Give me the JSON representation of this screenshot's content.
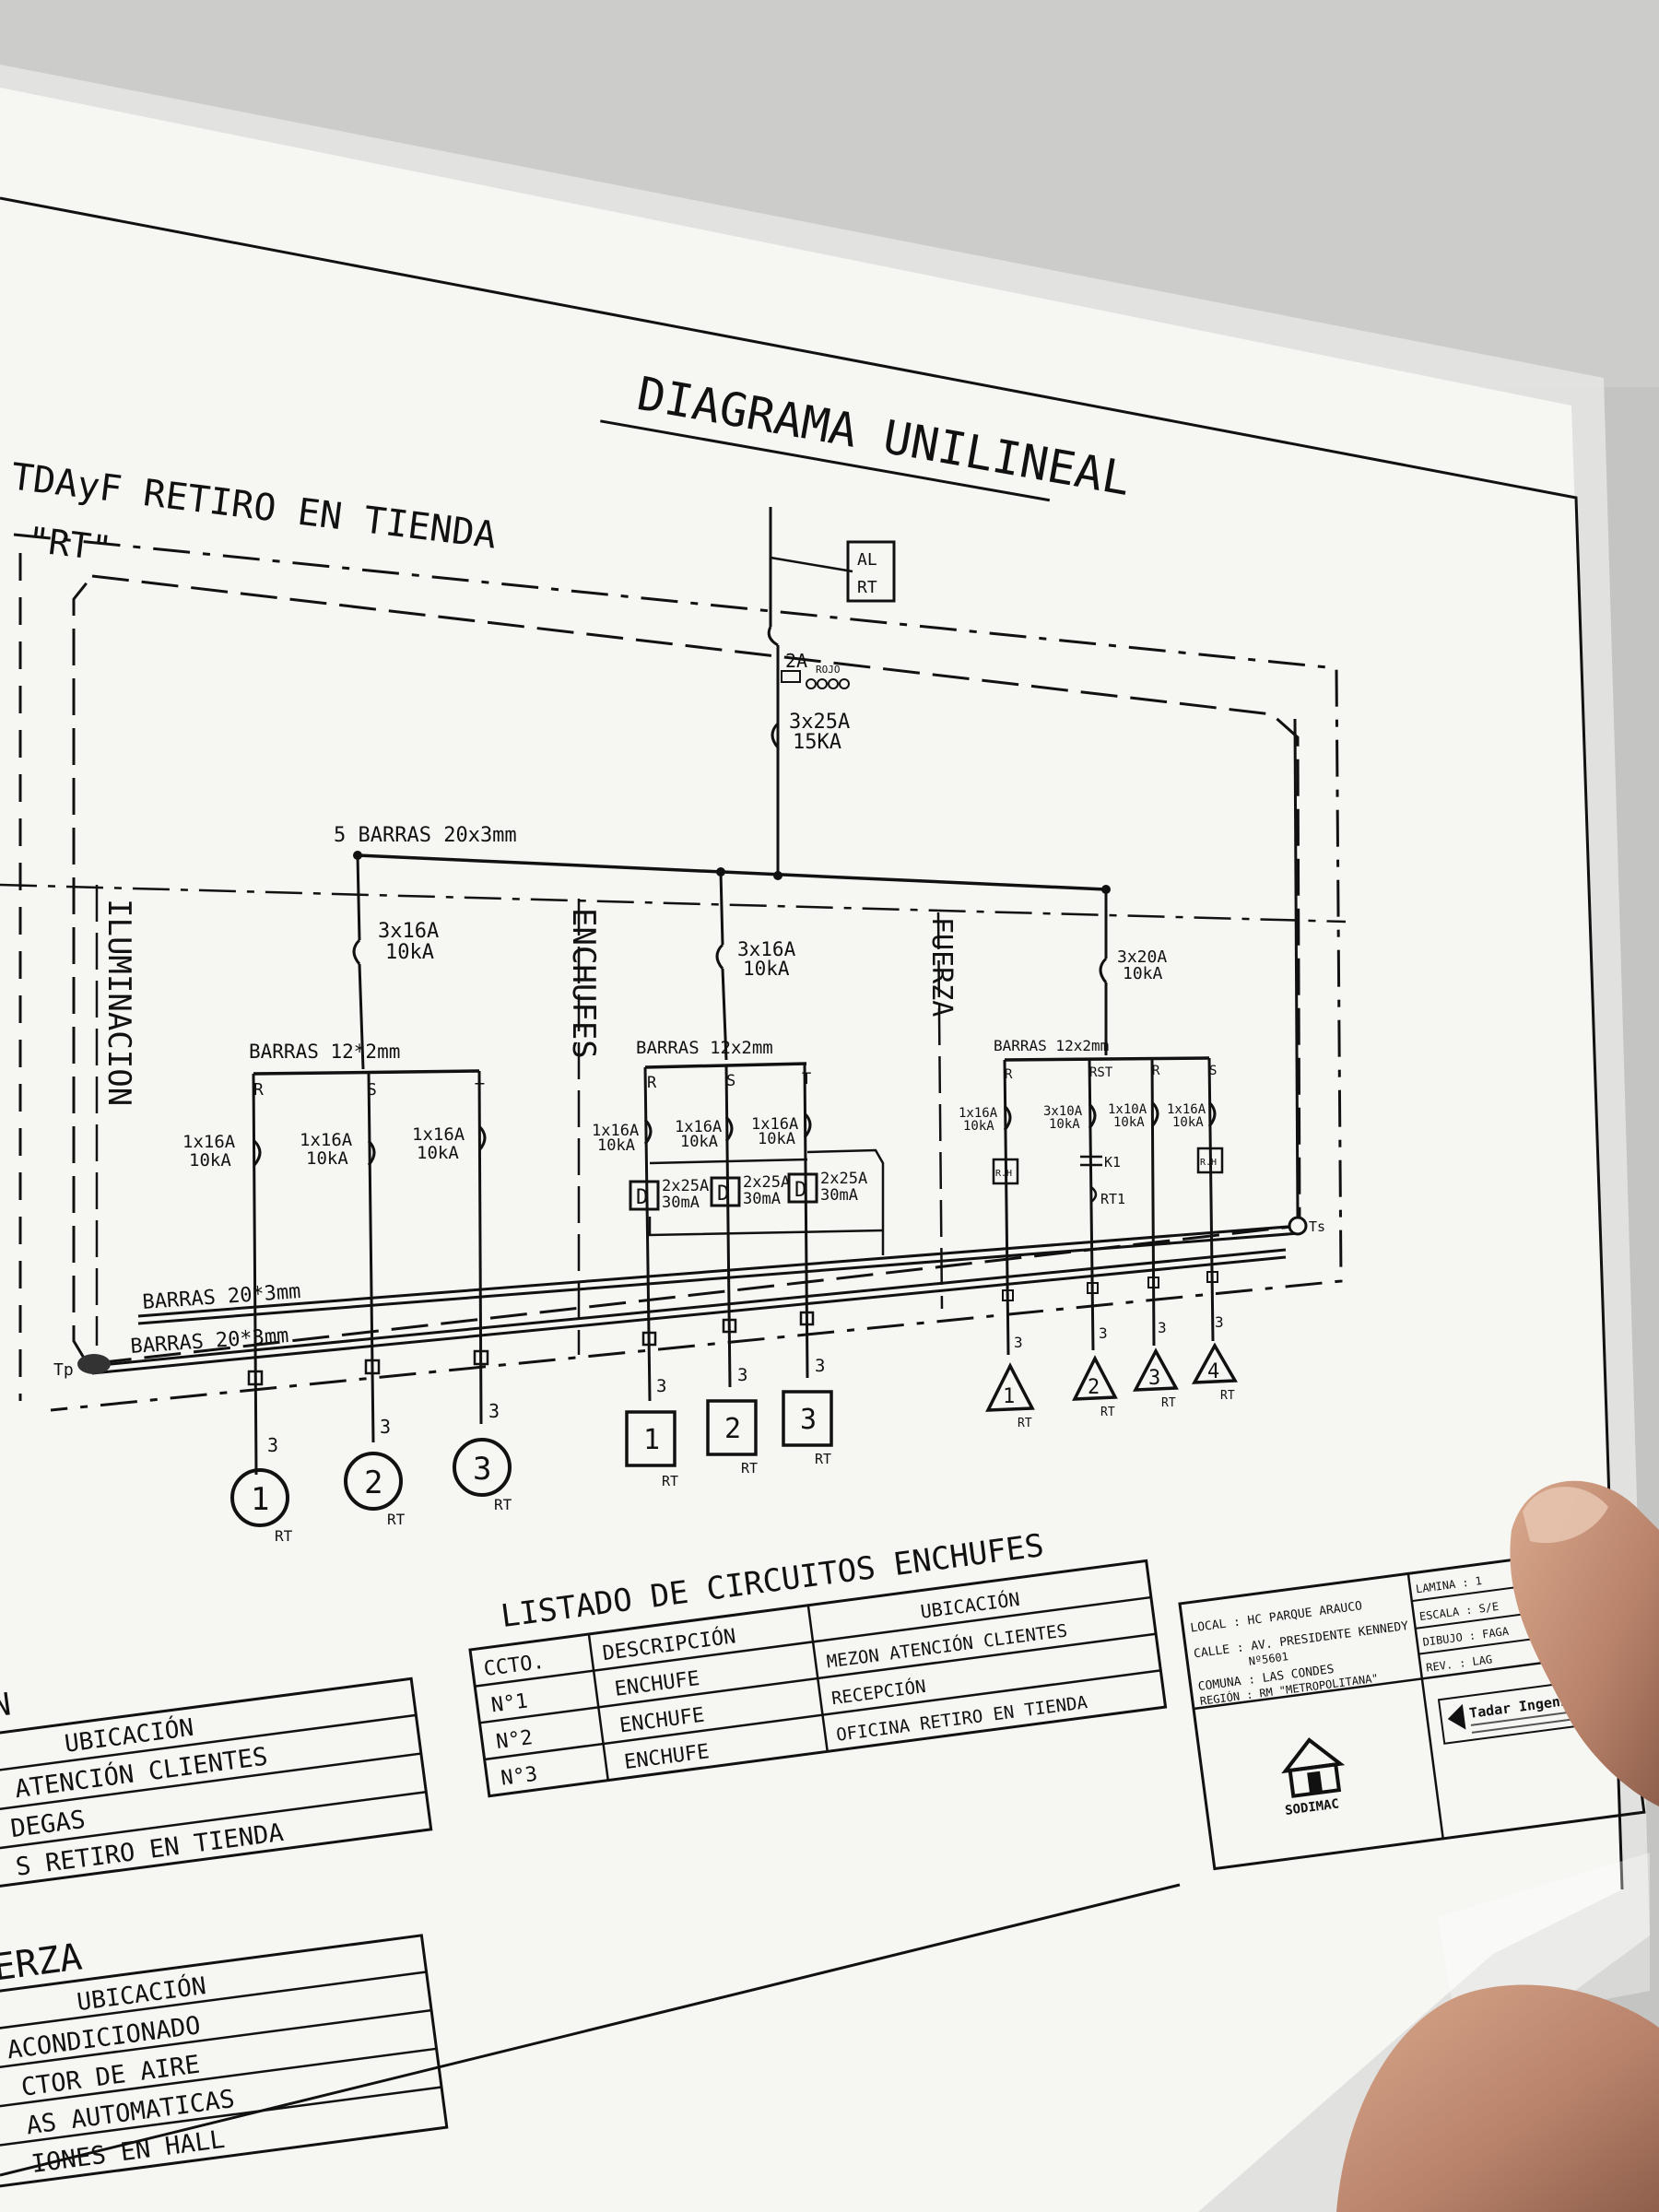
{
  "title": "DIAGRAMA UNILINEAL",
  "board": {
    "name": "TDAyF RETIRO EN TIENDA",
    "tag": "\"RT\""
  },
  "indicator": {
    "top": "AL",
    "bottom": "RT"
  },
  "main_feed": {
    "pilot_label": "2A",
    "pilot_small": "ROJO",
    "breaker": [
      "3x25A",
      "15KA"
    ],
    "busbar": "5 BARRAS 20x3mm"
  },
  "sections": {
    "lighting": "ILUMINACION",
    "sockets": "ENCHUFES",
    "power": "FUERZA"
  },
  "lighting": {
    "breaker": [
      "3x16A",
      "10kA"
    ],
    "busbar": "BARRAS 12*2mm",
    "phases": [
      "R",
      "S",
      "T"
    ],
    "circuit_breakers": [
      [
        "1x16A",
        "10kA"
      ],
      [
        "1x16A",
        "10kA"
      ],
      [
        "1x16A",
        "10kA"
      ]
    ],
    "circuits": [
      "1",
      "2",
      "3"
    ]
  },
  "sockets": {
    "breaker": [
      "3x16A",
      "10kA"
    ],
    "busbar": "BARRAS 12x2mm",
    "phases": [
      "R",
      "S",
      "T"
    ],
    "circuit_breakers": [
      [
        "1x16A",
        "10kA"
      ],
      [
        "1x16A",
        "10kA"
      ],
      [
        "1x16A",
        "10kA"
      ]
    ],
    "rcd_symbol": "D",
    "rcds": [
      [
        "2x25A",
        "30mA"
      ],
      [
        "2x25A",
        "30mA"
      ],
      [
        "2x25A",
        "30mA"
      ]
    ],
    "circuits": [
      "1",
      "2",
      "3"
    ]
  },
  "power": {
    "breaker": [
      "3x20A",
      "10kA"
    ],
    "busbar": "BARRAS 12x2mm",
    "phases": [
      "R",
      "RST",
      "R",
      "S"
    ],
    "circuit_breakers": [
      [
        "1x16A",
        "10kA"
      ],
      [
        "3x10A",
        "10kA"
      ],
      [
        "1x10A",
        "10kA"
      ],
      [
        "1x16A",
        "10kA"
      ]
    ],
    "relay": "R.H",
    "contactor": "K1",
    "thermal": "RT1",
    "circuits": [
      "1",
      "2",
      "3",
      "4"
    ]
  },
  "ground_bars": [
    "BARRAS 20*3mm",
    "BARRAS 20*3mm"
  ],
  "ground_tp": "Tp",
  "ground_ts": "Ts",
  "wire_count": "3",
  "rt_label": "RT",
  "sockets_table": {
    "title": "LISTADO DE CIRCUITOS ENCHUFES",
    "headers": [
      "CCTO.",
      "DESCRIPCIÓN",
      "UBICACIÓN"
    ],
    "rows": [
      [
        "N°1",
        "ENCHUFE",
        "MEZON ATENCIÓN CLIENTES"
      ],
      [
        "N°2",
        "ENCHUFE",
        "RECEPCIÓN"
      ],
      [
        "N°3",
        "ENCHUFE",
        "OFICINA RETIRO EN TIENDA"
      ]
    ]
  },
  "left_table_1": {
    "title_fragment": "N",
    "header": "UBICACIÓN",
    "rows": [
      "ATENCIÓN CLIENTES",
      "DEGAS",
      "S RETIRO EN TIENDA"
    ]
  },
  "left_table_2": {
    "title_fragment": "ERZA",
    "header": "UBICACIÓN",
    "rows": [
      "ACONDICIONADO",
      "CTOR DE AIRE",
      "AS AUTOMATICAS",
      "IONES EN HALL"
    ]
  },
  "title_block": {
    "local": "LOCAL  : HC PARQUE ARAUCO",
    "calle": "CALLE  : AV. PRESIDENTE KENNEDY",
    "calle2": "Nº5601",
    "comuna": "COMUNA : LAS CONDES",
    "region": "REGIÓN : RM \"METROPOLITANA\"",
    "lamina": "LAMINA :  1",
    "escala": "ESCALA :  S/E",
    "dibujo": "DIBUJO :  FAGA",
    "rev": "REV.  :  LAG",
    "logo": "SODIMAC",
    "company": "Tadar Ingeniería"
  },
  "colors": {
    "paper": "#f6f6f3",
    "ink": "#111111",
    "wall": "#c6c6c4",
    "skin": "#c79478"
  }
}
